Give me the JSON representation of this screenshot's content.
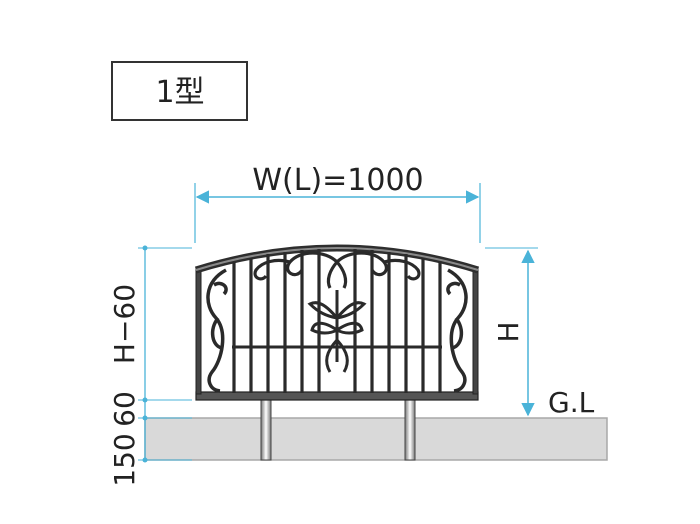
{
  "title_box": {
    "label": "1型"
  },
  "dimensions": {
    "width_label": "W(L)=1000",
    "height_label": "H",
    "ground_label": "G.L",
    "vertical_labels": {
      "upper": "H−60",
      "middle": "60",
      "lower": "150"
    }
  },
  "colors": {
    "dimension_line": "#4ab3d8",
    "fence_metal": "#2a2a2a",
    "ground_fill": "#d9d9d9",
    "text": "#222222"
  }
}
